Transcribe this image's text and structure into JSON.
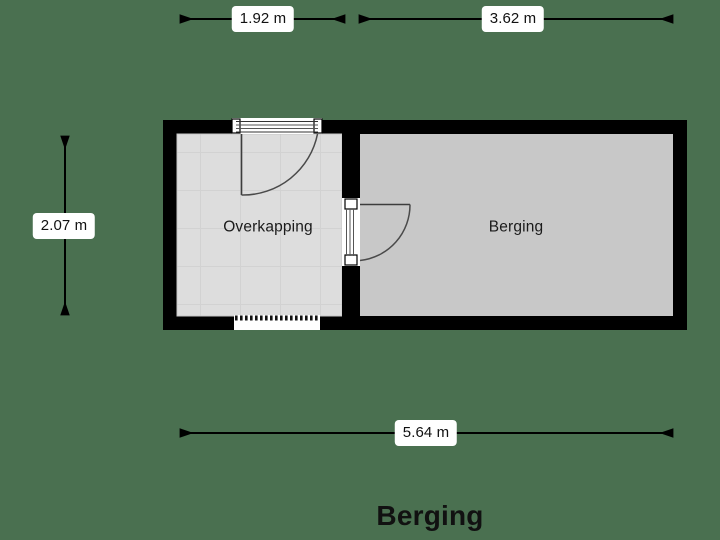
{
  "title": "Berging",
  "background_color": "#4a7050",
  "colors": {
    "wall": "#000000",
    "room_fill_storage": "#c8c8c8",
    "room_fill_canopy": "#dcdcdc",
    "tile_line": "#d0d0d0",
    "door_line": "#4a4a4a",
    "dimension_line": "#000000",
    "label_background": "#ffffff",
    "label_text": "#111111"
  },
  "dimensions": {
    "top_left": {
      "label": "1.92 m",
      "value": 1.92,
      "unit": "m"
    },
    "top_right": {
      "label": "3.62 m",
      "value": 3.62,
      "unit": "m"
    },
    "left": {
      "label": "2.07 m",
      "value": 2.07,
      "unit": "m"
    },
    "bottom": {
      "label": "5.64 m",
      "value": 5.64,
      "unit": "m"
    }
  },
  "rooms": [
    {
      "id": "overkapping",
      "label": "Overkapping",
      "fill": "tiled",
      "width_m": 1.92,
      "height_m": 2.07
    },
    {
      "id": "berging",
      "label": "Berging",
      "fill": "solid",
      "width_m": 3.62,
      "height_m": 2.07
    }
  ],
  "openings": [
    {
      "id": "canopy-top-door",
      "type": "sliding-door",
      "wall": "top",
      "room": "overkapping"
    },
    {
      "id": "interior-door",
      "type": "hinged-door",
      "wall": "partition",
      "swing": "right",
      "rooms": [
        "overkapping",
        "berging"
      ]
    },
    {
      "id": "canopy-open-edge",
      "type": "open-edge",
      "wall": "bottom",
      "room": "overkapping"
    }
  ]
}
